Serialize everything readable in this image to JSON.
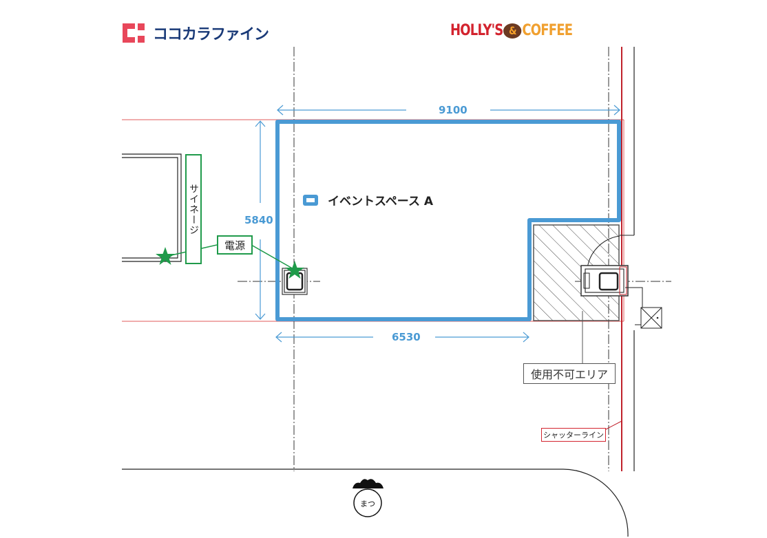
{
  "header": {
    "left_logo": {
      "name": "ココカラファイン",
      "icon": "cocokara-mark-icon",
      "color": "#e8475a",
      "text_color": "#1a3a78"
    },
    "right_logo": {
      "part1": "HOLLY'S",
      "amp": "&",
      "part2": "COFFEE",
      "color1": "#d3232e",
      "color2": "#f0a030"
    }
  },
  "plan": {
    "event_space": {
      "label": "イベントスペース A",
      "legend_icon": "blue-rectangle-icon",
      "color": "#4a9ad4"
    },
    "dimensions": {
      "width_top": "9100",
      "width_bottom": "6530",
      "height_left": "5840"
    },
    "labels": {
      "signage": "サイネージ",
      "power": "電源",
      "unusable_area": "使用不可エリア",
      "shutter_line": "シャッターライン"
    },
    "colors": {
      "power_marker": "#1f9a4a",
      "shutter": "#d3232e",
      "wall": "#222222"
    },
    "bottom_logo": {
      "icon": "matsukawa-crest-icon"
    }
  }
}
